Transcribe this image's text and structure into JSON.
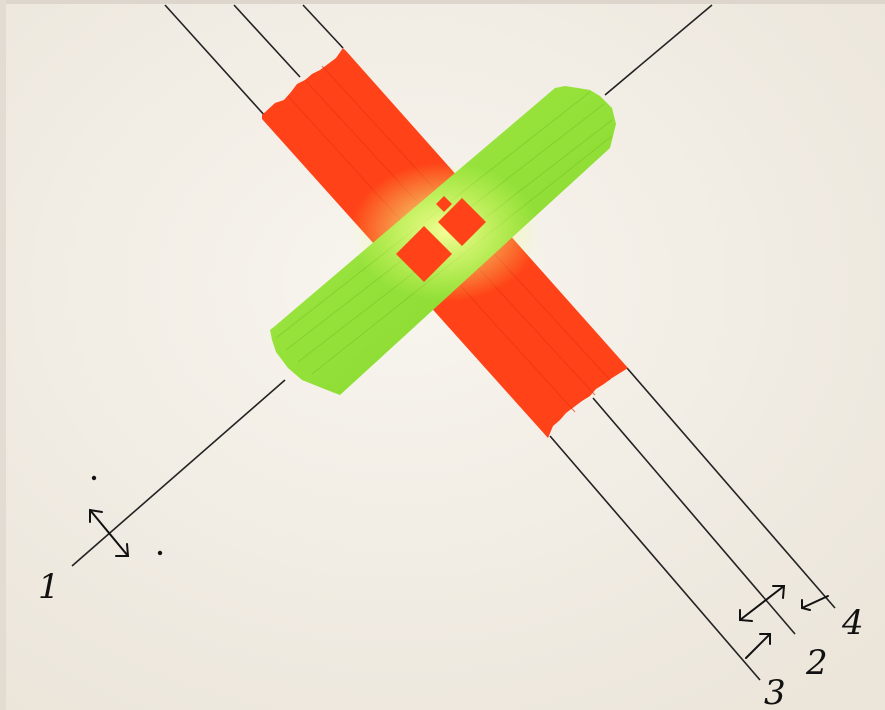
{
  "photo": {
    "paper_color": "#f3efe8",
    "red_tape_color": "#ff4015",
    "green_tape_color": "#98e23a",
    "ink_color": "#111111"
  },
  "labels": {
    "line_1": "1",
    "line_2": "2",
    "line_3": "3",
    "line_4": "4"
  }
}
